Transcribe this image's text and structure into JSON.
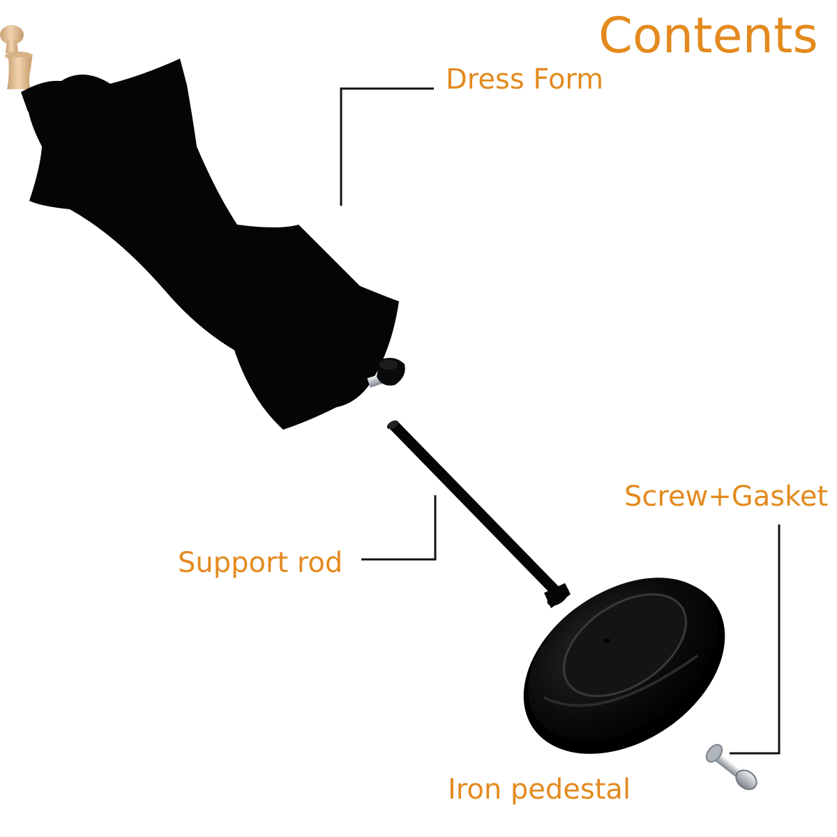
{
  "title": "Contents",
  "labels": {
    "dress_form": "Dress Form",
    "screw_gasket": "Screw+Gasket",
    "support_rod": "Support rod",
    "iron_pedestal": "Iron pedestal"
  },
  "colors": {
    "label_text": "#e38a1e",
    "leader_line": "#111111",
    "product_black": "#050505",
    "wood": "#e6c49a"
  }
}
